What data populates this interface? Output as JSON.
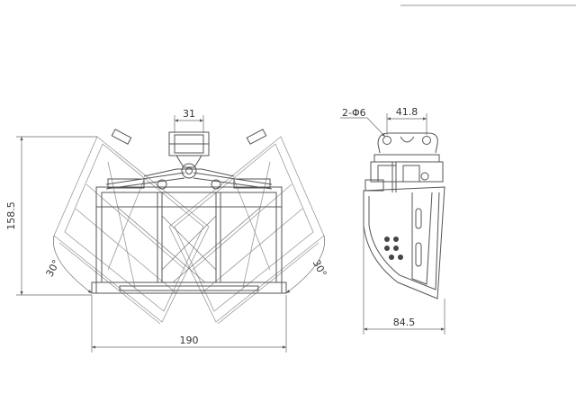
{
  "dimensions": {
    "top_width": "31",
    "height": "158.5",
    "left_angle": "30°",
    "right_angle": "30°",
    "bottom_width": "190",
    "holes": "2-Φ6",
    "pin_spacing": "41.8",
    "side_width": "84.5"
  }
}
